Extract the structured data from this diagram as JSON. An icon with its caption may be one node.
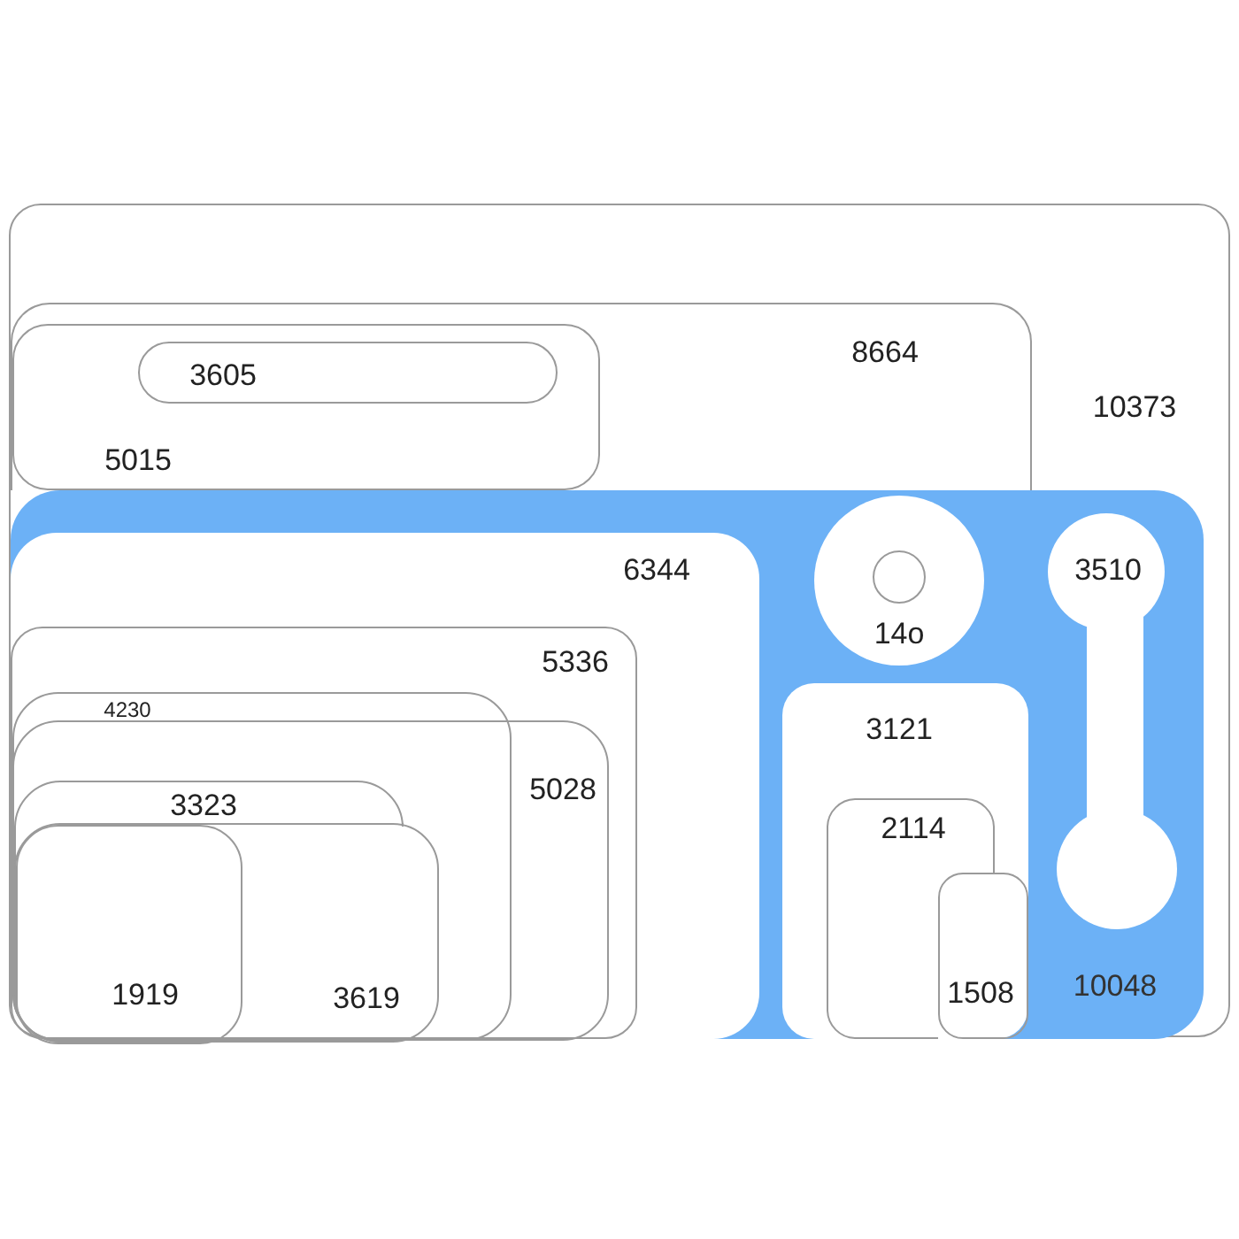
{
  "diagram": {
    "nodes": [
      {
        "text": [
          "10373"
        ]
      },
      {
        "text": [
          "8664"
        ],
        "in": 0
      },
      {
        "text": [
          "5015"
        ],
        "in": 1
      },
      {
        "text": [
          "3605"
        ],
        "in": 2
      },
      {
        "text": [
          "10048"
        ],
        "in": 0
      },
      {
        "text": [
          "6344"
        ],
        "in": 4
      },
      {
        "text": [
          "14o"
        ],
        "in": 4
      },
      {
        "text": [],
        "shape": "circle",
        "in": 6
      },
      {
        "text": [
          "3510"
        ],
        "in": 4
      },
      {
        "text": [
          "5336"
        ],
        "in": 5
      },
      {
        "text": [
          "3121"
        ],
        "in": 4
      },
      {
        "text": [
          "4230"
        ],
        "in": 9
      },
      {
        "text": [
          "5028"
        ],
        "in": 9
      },
      {
        "text": [
          "3323"
        ],
        "in": 11
      },
      {
        "text": [
          "2114"
        ],
        "in": 10
      },
      {
        "text": [
          "1508"
        ],
        "in": 10
      },
      {
        "text": [
          "3619"
        ],
        "in": 11
      },
      {
        "text": [
          "1919"
        ],
        "in": 16
      }
    ]
  }
}
